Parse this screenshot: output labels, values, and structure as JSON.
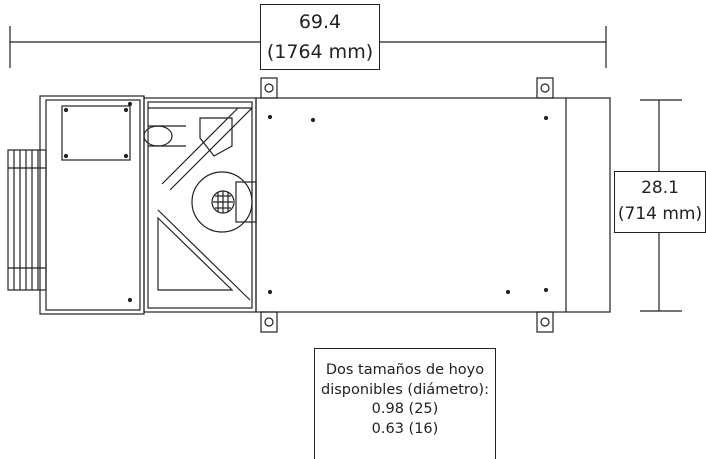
{
  "dimensions": {
    "overall_width": {
      "inches": "69.4",
      "mm": "(1764 mm)"
    },
    "overall_depth": {
      "inches": "28.1",
      "mm": "(714 mm)"
    }
  },
  "note": {
    "line1": "Dos tamaños de hoyo",
    "line2": "disponibles (diámetro):",
    "line3": "0.98 (25)",
    "line4": "0.63 (16)"
  },
  "colors": {
    "line": "#222222",
    "background": "#ffffff"
  }
}
